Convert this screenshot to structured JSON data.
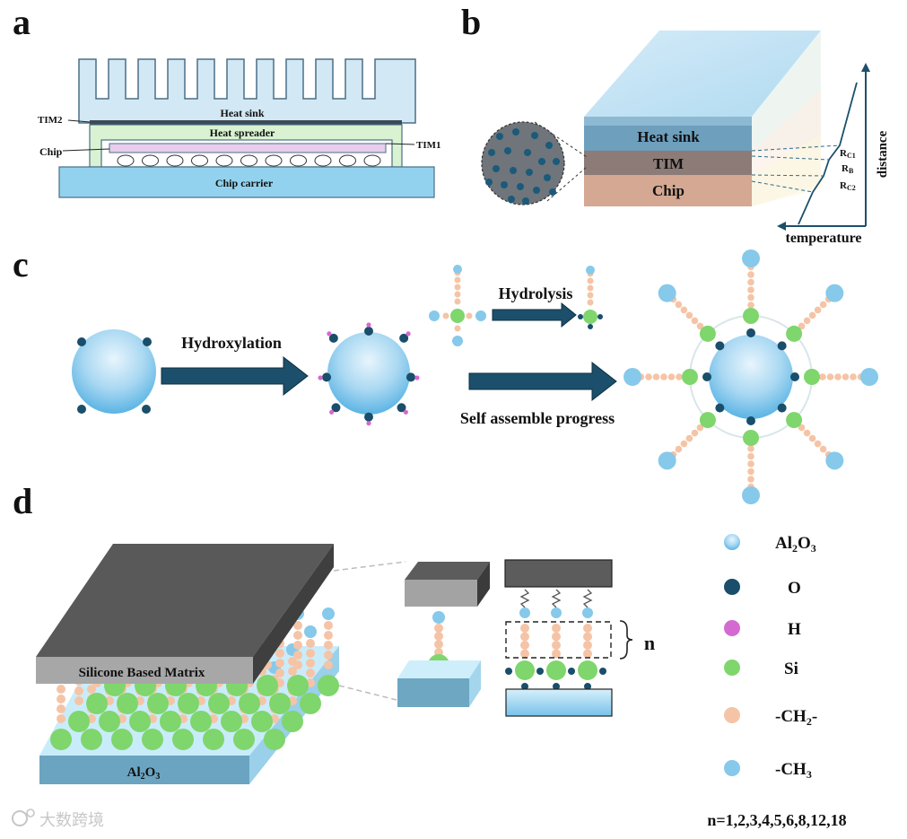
{
  "panels": {
    "a": "a",
    "b": "b",
    "c": "c",
    "d": "d"
  },
  "a": {
    "heat_sink": "Heat sink",
    "tim2": "TIM2",
    "heat_spreader": "Heat spreader",
    "chip": "Chip",
    "tim1": "TIM1",
    "chip_carrier": "Chip carrier"
  },
  "b": {
    "heat_sink": "Heat sink",
    "tim": "TIM",
    "chip": "Chip",
    "rc1_main": "R",
    "rc1_sub": "C1",
    "rb_main": "R",
    "rb_sub": "B",
    "rc2_main": "R",
    "rc2_sub": "C2",
    "distance": "distance",
    "temperature": "temperature"
  },
  "c": {
    "hydroxylation": "Hydroxylation",
    "hydrolysis": "Hydrolysis",
    "self_assemble": "Self assemble progress"
  },
  "d": {
    "matrix": "Silicone Based Matrix",
    "substrate_main": "Al",
    "substrate_sub": "2",
    "substrate_tail": "O",
    "substrate_sub2": "3",
    "n_label": "n",
    "n_values": "n=1,2,3,4,5,6,8,12,18"
  },
  "legend": [
    {
      "key": "al2o3",
      "main": "Al",
      "sub": "2",
      "tail": "O",
      "sub2": "3"
    },
    {
      "key": "o",
      "main": "O"
    },
    {
      "key": "h",
      "main": "H"
    },
    {
      "key": "si",
      "main": "Si"
    },
    {
      "key": "ch2",
      "main": "-CH",
      "sub": "2",
      "tail": "-"
    },
    {
      "key": "ch3",
      "main": "-CH",
      "sub": "3"
    }
  ],
  "watermark": "大数跨境",
  "colors": {
    "heat_sink_blue": "#cfe6f3",
    "spreader_green": "#d6f2d0",
    "chip_pink": "#e6c9ea",
    "carrier_blue": "#8fd0ec",
    "arrow_navy": "#1c4f6b",
    "oxygen": "#1a4e6a",
    "hydrogen": "#d46ad1",
    "silicon": "#7fd66c",
    "ch2": "#f5c4a6",
    "ch3": "#86c9ea",
    "matrix_gray": "#5a5a5a"
  }
}
